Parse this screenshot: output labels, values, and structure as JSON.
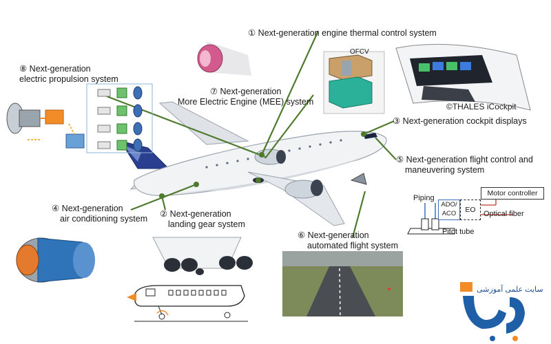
{
  "labels": {
    "l1": "① Next-generation engine thermal control system",
    "l2_line1": "② Next-generation",
    "l2_line2": "landing gear system",
    "l3": "③ Next-generation cockpit displays",
    "l4_line1": "④ Next-generation",
    "l4_line2": "air conditioning system",
    "l5_line1": "⑤ Next-generation flight control and",
    "l5_line2": "maneuvering system",
    "l6_line1": "⑥ Next-generation",
    "l6_line2": "automated flight system",
    "l7_line1": "⑦ Next-generation",
    "l7_line2": "More Electric Engine (MEE) system",
    "l8_line1": "⑧ Next-generation",
    "l8_line2": "electric propulsion system"
  },
  "ofcv": "OFCV",
  "thales": "©THALES iCockpit",
  "sensor": {
    "piping": "Piping",
    "ado": "ADO/\nACO",
    "eo": "EO",
    "motor": "Motor controller",
    "fiber": "Optical fiber",
    "pitot": "Pitot tube"
  },
  "logo": "سایت علمی آموزشی",
  "colors": {
    "callout_line": "#4e7a2e",
    "dot": "#4e7a2e",
    "fuselage": "#eef0f2",
    "tail_stripe": "#2a3f8f",
    "orange": "#f28c28",
    "logo_blue": "#1f5fa8"
  }
}
